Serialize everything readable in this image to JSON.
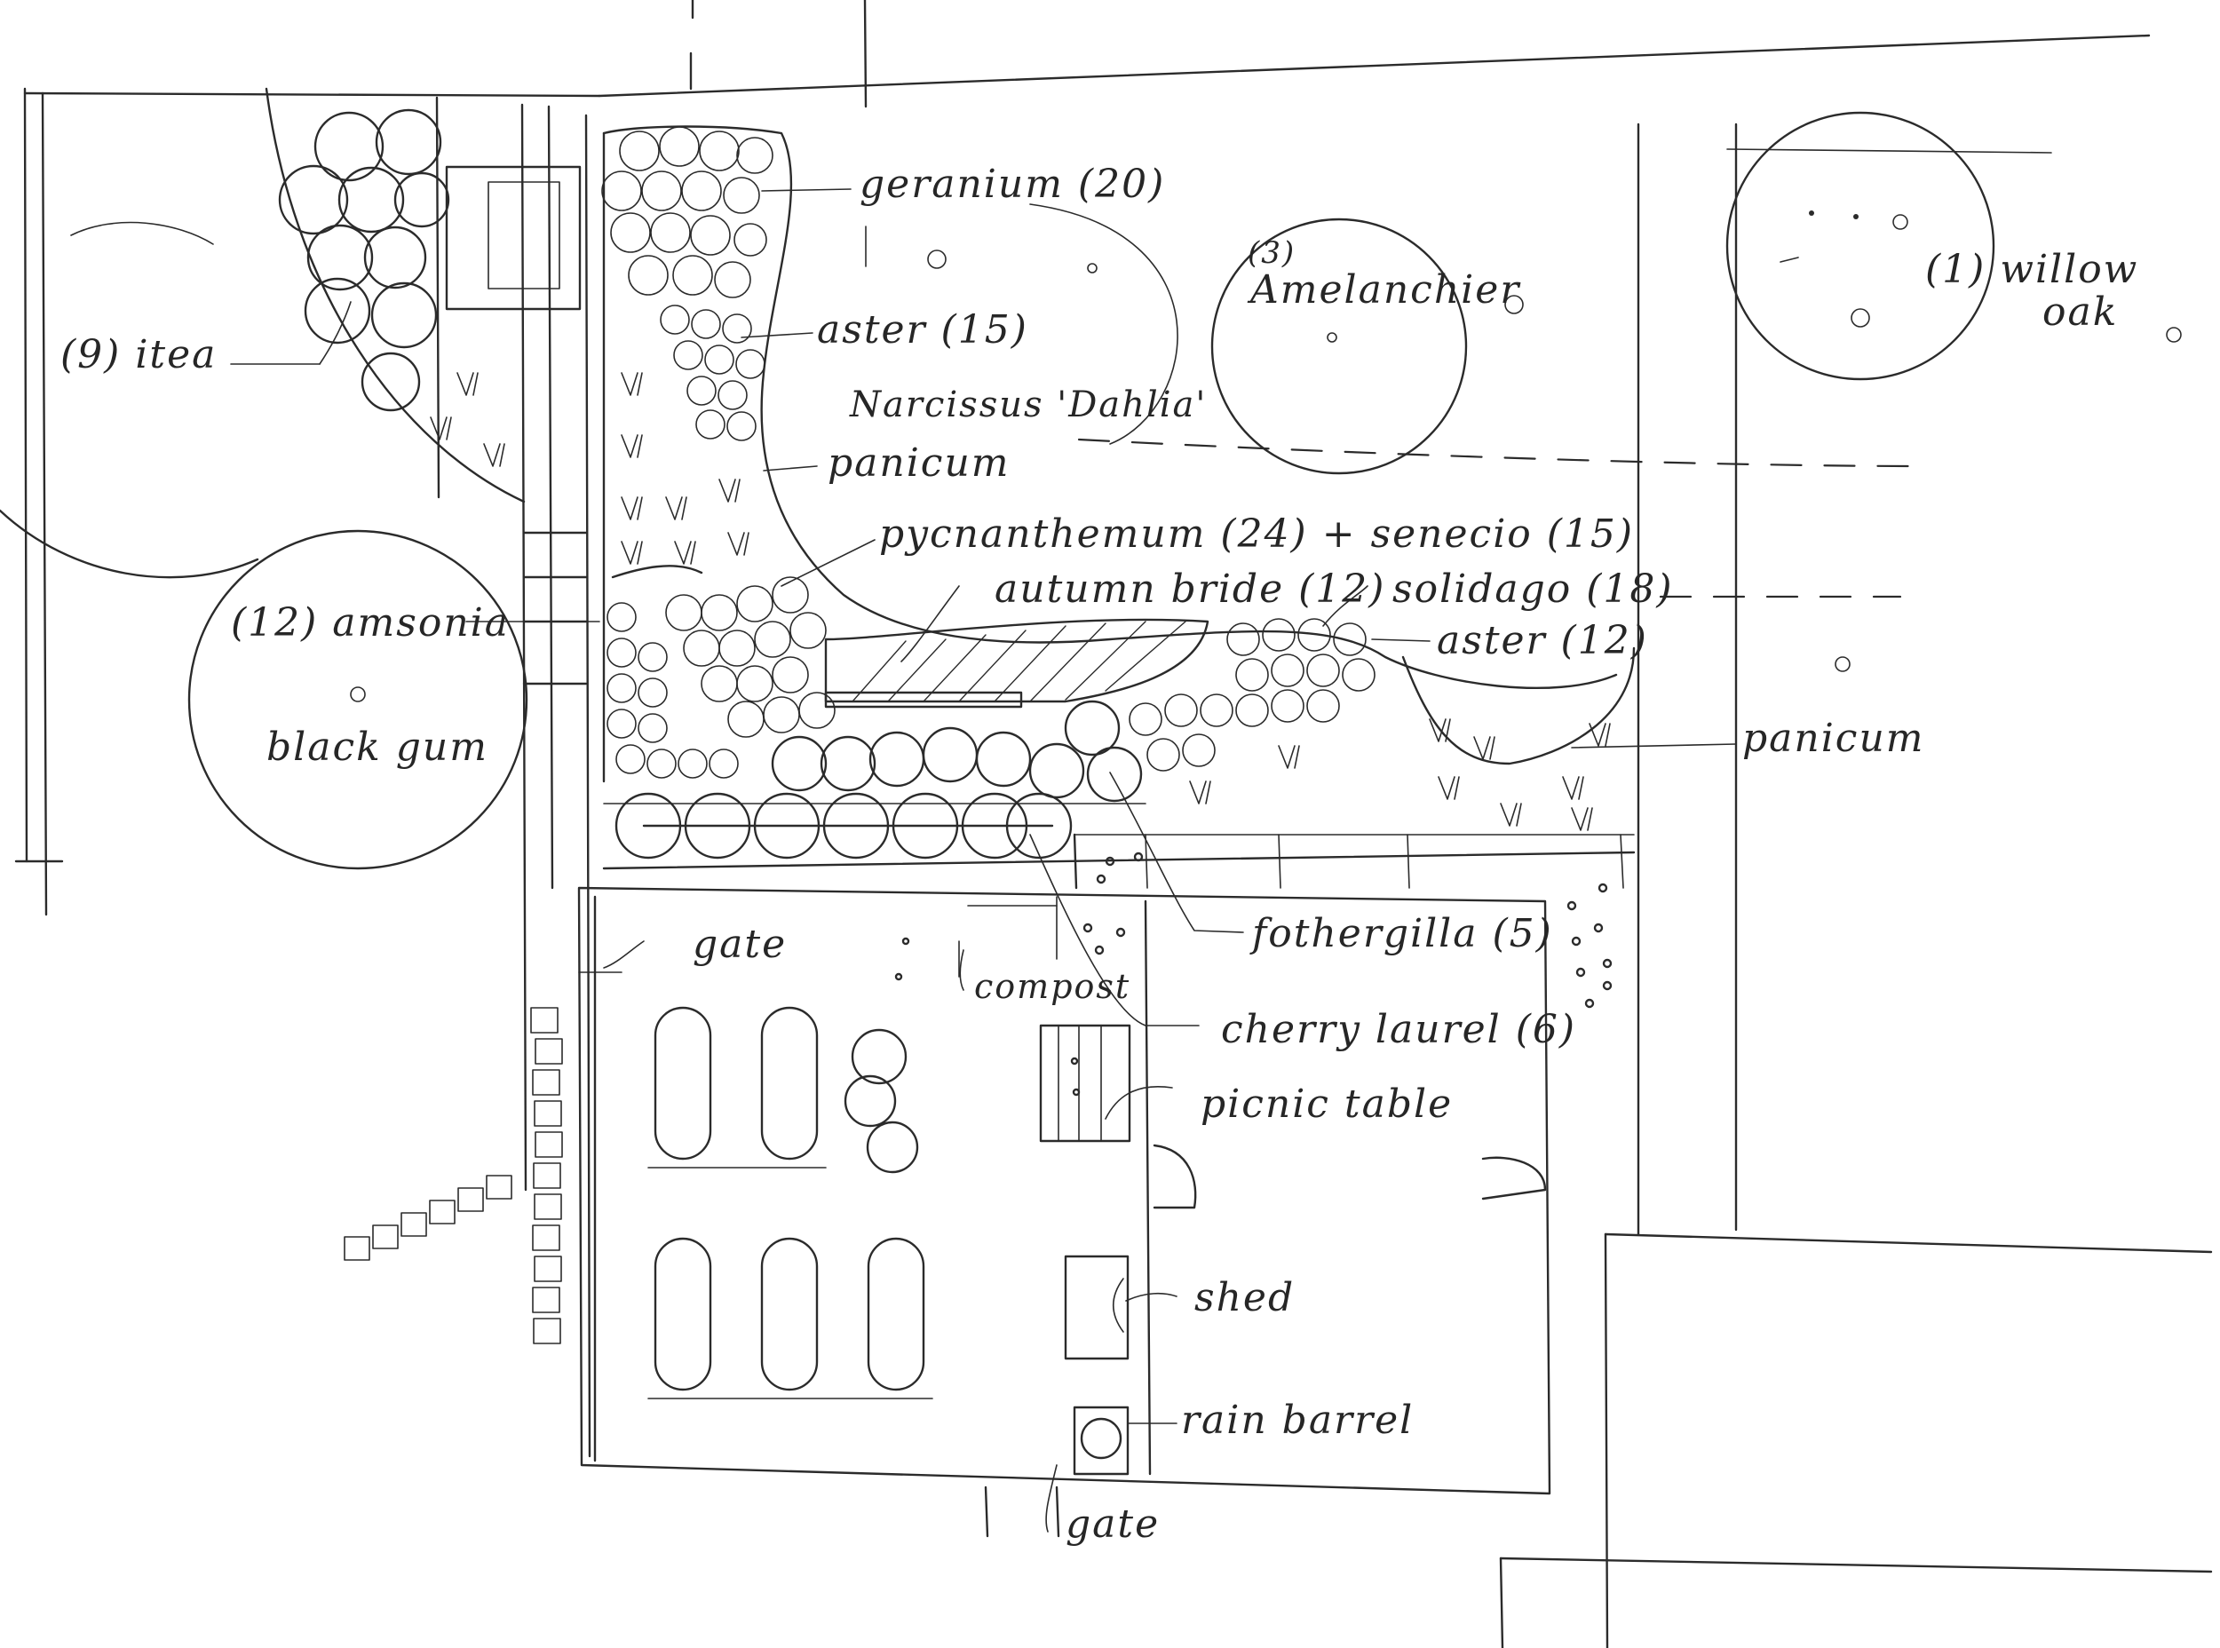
{
  "labels": {
    "geranium": "geranium (20)",
    "aster_top": "aster (15)",
    "narcissus_dahlia": "Narcissus 'Dahlia'",
    "panicum_top": "panicum",
    "pycnanthemum": "pycnanthemum (24) + senecio (15)",
    "autumn_bride": "autumn bride (12)",
    "solidago": "solidago (18)",
    "aster_right": "aster (12)",
    "panicum_right": "panicum",
    "itea": "(9) itea",
    "amsonia": "(12) amsonia",
    "black_gum": "black gum",
    "amelanchier_count": "(3)",
    "amelanchier": "Amelanchier",
    "willow_oak": "(1) willow",
    "willow_oak_2": "oak",
    "gate_top": "gate",
    "compost": "compost",
    "fothergilla": "fothergilla (5)",
    "cherry_laurel": "cherry laurel (6)",
    "picnic_table": "picnic table",
    "shed": "shed",
    "rain_barrel": "rain barrel",
    "gate_bottom": "gate"
  }
}
